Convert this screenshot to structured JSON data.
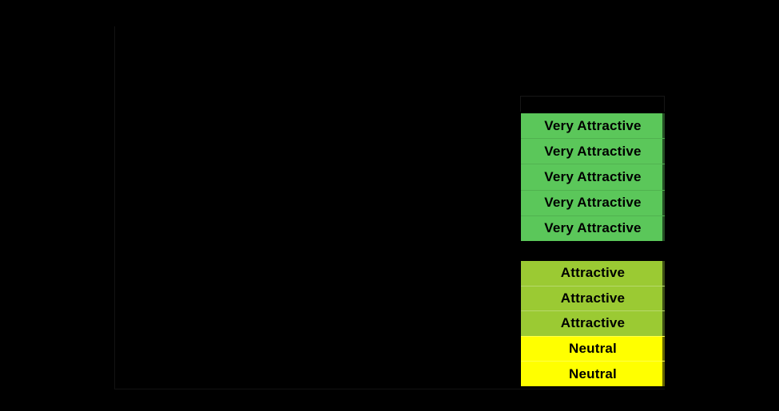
{
  "canvas": {
    "background_color": "#000000",
    "faint_border_color": "#121212"
  },
  "colors": {
    "very_attractive_green": "#5BC75A",
    "attractive_yellow_green": "#9BCA33",
    "neutral_yellow": "#FFFF00",
    "cell_text": "#000000"
  },
  "ratings": {
    "block1": {
      "rows": [
        {
          "label": "Very Attractive",
          "color": "#5BC75A"
        },
        {
          "label": "Very Attractive",
          "color": "#5BC75A"
        },
        {
          "label": "Very Attractive",
          "color": "#5BC75A"
        },
        {
          "label": "Very Attractive",
          "color": "#5BC75A"
        },
        {
          "label": "Very Attractive",
          "color": "#5BC75A"
        }
      ]
    },
    "block2": {
      "rows": [
        {
          "label": "Attractive",
          "color": "#9BCA33"
        },
        {
          "label": "Attractive",
          "color": "#9BCA33"
        },
        {
          "label": "Attractive",
          "color": "#9BCA33"
        },
        {
          "label": "Neutral",
          "color": "#FFFF00"
        },
        {
          "label": "Neutral",
          "color": "#FFFF00"
        }
      ]
    }
  }
}
